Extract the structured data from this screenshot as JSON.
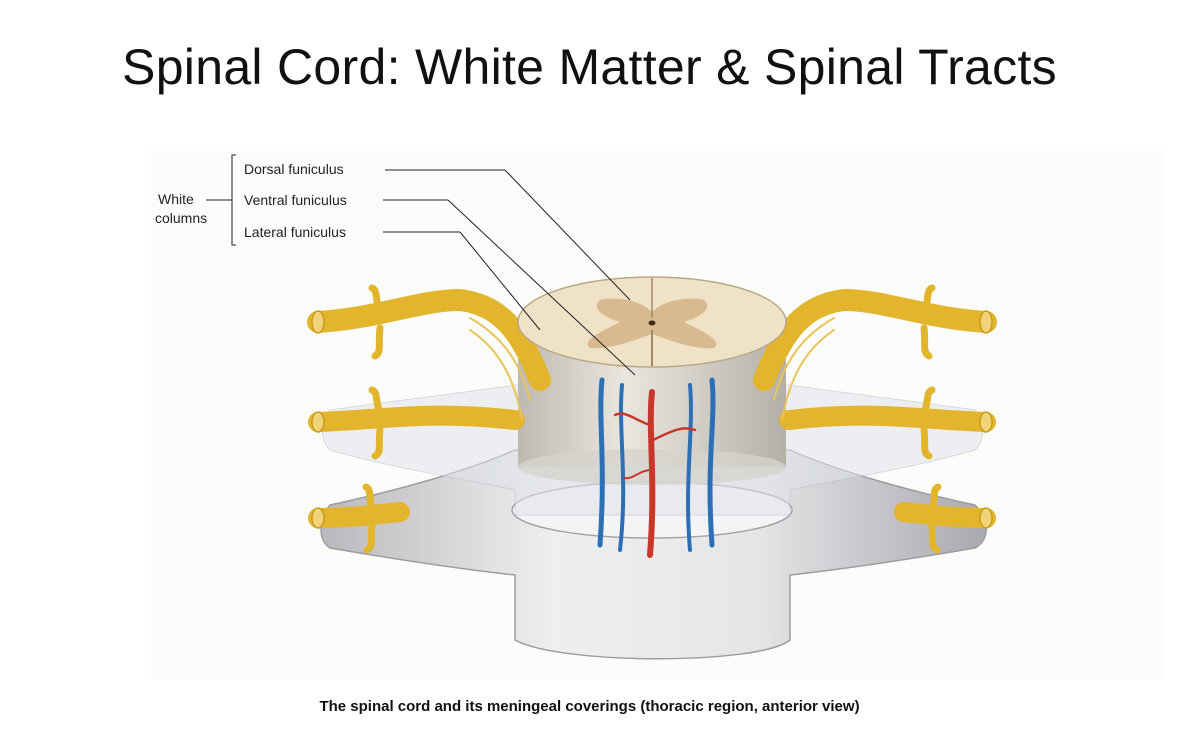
{
  "slide": {
    "title": "Spinal Cord: White Matter & Spinal Tracts"
  },
  "figure": {
    "group_label_line1": "White",
    "group_label_line2": "columns",
    "labels": [
      "Dorsal funiculus",
      "Ventral funiculus",
      "Lateral funiculus"
    ],
    "caption": "The spinal cord and its meningeal coverings (thoracic region, anterior view)"
  },
  "colors": {
    "nerve": "#e3b52c",
    "white_matter": "#efe2c6",
    "gray_matter": "#d9b98f",
    "vein": "#2c6fb5",
    "artery": "#c8382a",
    "meninges": "#d3d3d6"
  }
}
